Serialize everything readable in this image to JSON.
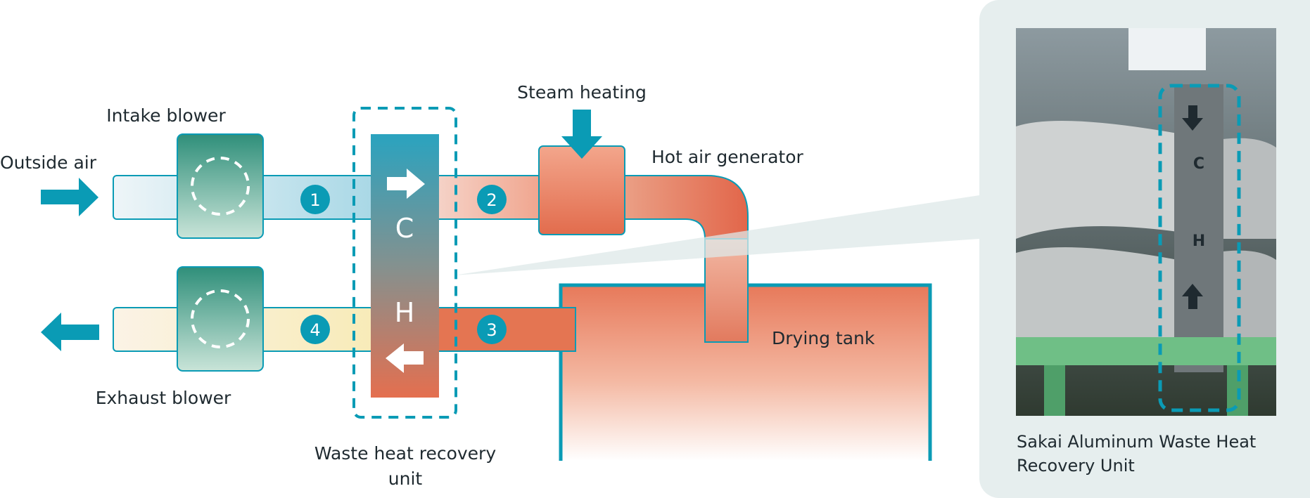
{
  "labels": {
    "outside_air": "Outside air",
    "intake_blower": "Intake blower",
    "exhaust_blower": "Exhaust blower",
    "steam_heating": "Steam heating",
    "hot_air_generator": "Hot air generator",
    "drying_tank": "Drying tank",
    "waste_heat_unit_line1": "Waste heat recovery",
    "waste_heat_unit_line2": "unit",
    "cold_side": "C",
    "hot_side": "H"
  },
  "markers": {
    "m1": "1",
    "m2": "2",
    "m3": "3",
    "m4": "4"
  },
  "photo": {
    "caption": "Sakai Aluminum Waste Heat Recovery Unit",
    "label_c": "C",
    "label_h": "H"
  },
  "colors": {
    "accent": "#0a9bb5",
    "blower_top": "#2f8f7a",
    "hot": "#e2664a",
    "panel": "#e6eeee"
  },
  "icons": [
    "arrow-right-icon",
    "arrow-left-icon",
    "arrow-down-icon",
    "fan-icon"
  ]
}
